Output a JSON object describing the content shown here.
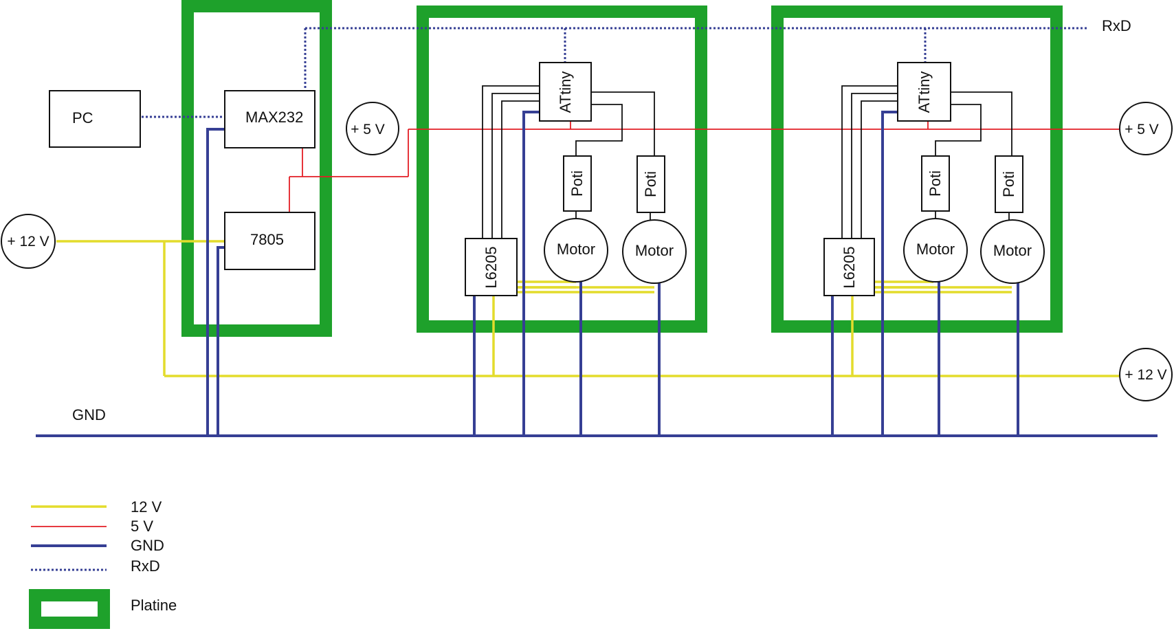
{
  "colors": {
    "v12": "#e3dc2c",
    "v5": "#e31e24",
    "gnd": "#363f94",
    "rxd": "#363f94",
    "board": "#1ea12b",
    "signal": "#111111"
  },
  "labels": {
    "pc": "PC",
    "max232": "MAX232",
    "reg7805": "7805",
    "attiny": "ATtiny",
    "l6205": "L6205",
    "poti": "Poti",
    "motor": "Motor",
    "plus5v": "+ 5 V",
    "plus12v": "+ 12 V",
    "rxd": "RxD",
    "gnd": "GND"
  },
  "legend": [
    {
      "label": "12 V",
      "style": "v12"
    },
    {
      "label": "5 V",
      "style": "v5"
    },
    {
      "label": "GND",
      "style": "gnd"
    },
    {
      "label": "RxD",
      "style": "rxd"
    },
    {
      "label": "Platine",
      "style": "board"
    }
  ]
}
